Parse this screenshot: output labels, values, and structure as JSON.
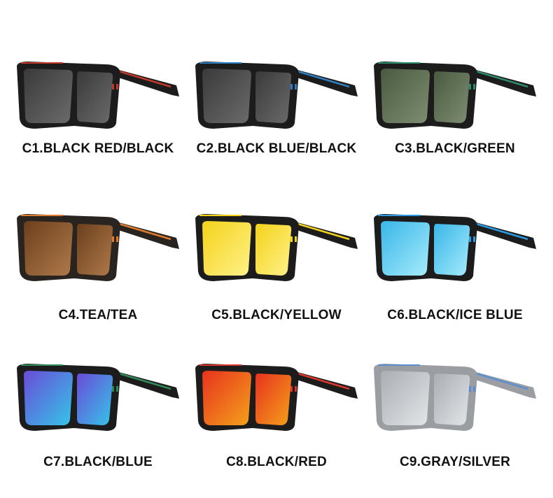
{
  "variants": [
    {
      "label": "C1.BLACK RED/BLACK",
      "frame": "#1c1c1c",
      "accent": "#c0392b",
      "lens": [
        "#3a3a3a",
        "#6b6b6b"
      ]
    },
    {
      "label": "C2.BLACK BLUE/BLACK",
      "frame": "#1c1c1c",
      "accent": "#2f7fc0",
      "lens": [
        "#3a3a3a",
        "#6b6b6b"
      ]
    },
    {
      "label": "C3.BLACK/GREEN",
      "frame": "#1c1c1c",
      "accent": "#2e8b6a",
      "lens": [
        "#4a5a40",
        "#7f8e72"
      ]
    },
    {
      "label": "C4.TEA/TEA",
      "frame": "#2a2420",
      "accent": "#e07a2c",
      "lens": [
        "#6b3f1d",
        "#b07a4a"
      ]
    },
    {
      "label": "C5.BLACK/YELLOW",
      "frame": "#1c1c1c",
      "accent": "#f2d21b",
      "lens": [
        "#f4d21a",
        "#fff28a"
      ]
    },
    {
      "label": "C6.BLACK/ICE BLUE",
      "frame": "#1c1c1c",
      "accent": "#2a9be0",
      "lens": [
        "#39b6e8",
        "#a7ecfb"
      ]
    },
    {
      "label": "C7.BLACK/BLUE",
      "frame": "#1c1c1c",
      "accent": "#2e8b57",
      "lens": [
        "#6a4bd8",
        "#34c6e8"
      ]
    },
    {
      "label": "C8.BLACK/RED",
      "frame": "#1c1c1c",
      "accent": "#d9372b",
      "lens": [
        "#e8321e",
        "#f4a21a"
      ]
    },
    {
      "label": "C9.GRAY/SILVER",
      "frame": "#9a9ea3",
      "accent": "#5b8fd0",
      "lens": [
        "#a9aeb3",
        "#e3e6e9"
      ]
    }
  ]
}
